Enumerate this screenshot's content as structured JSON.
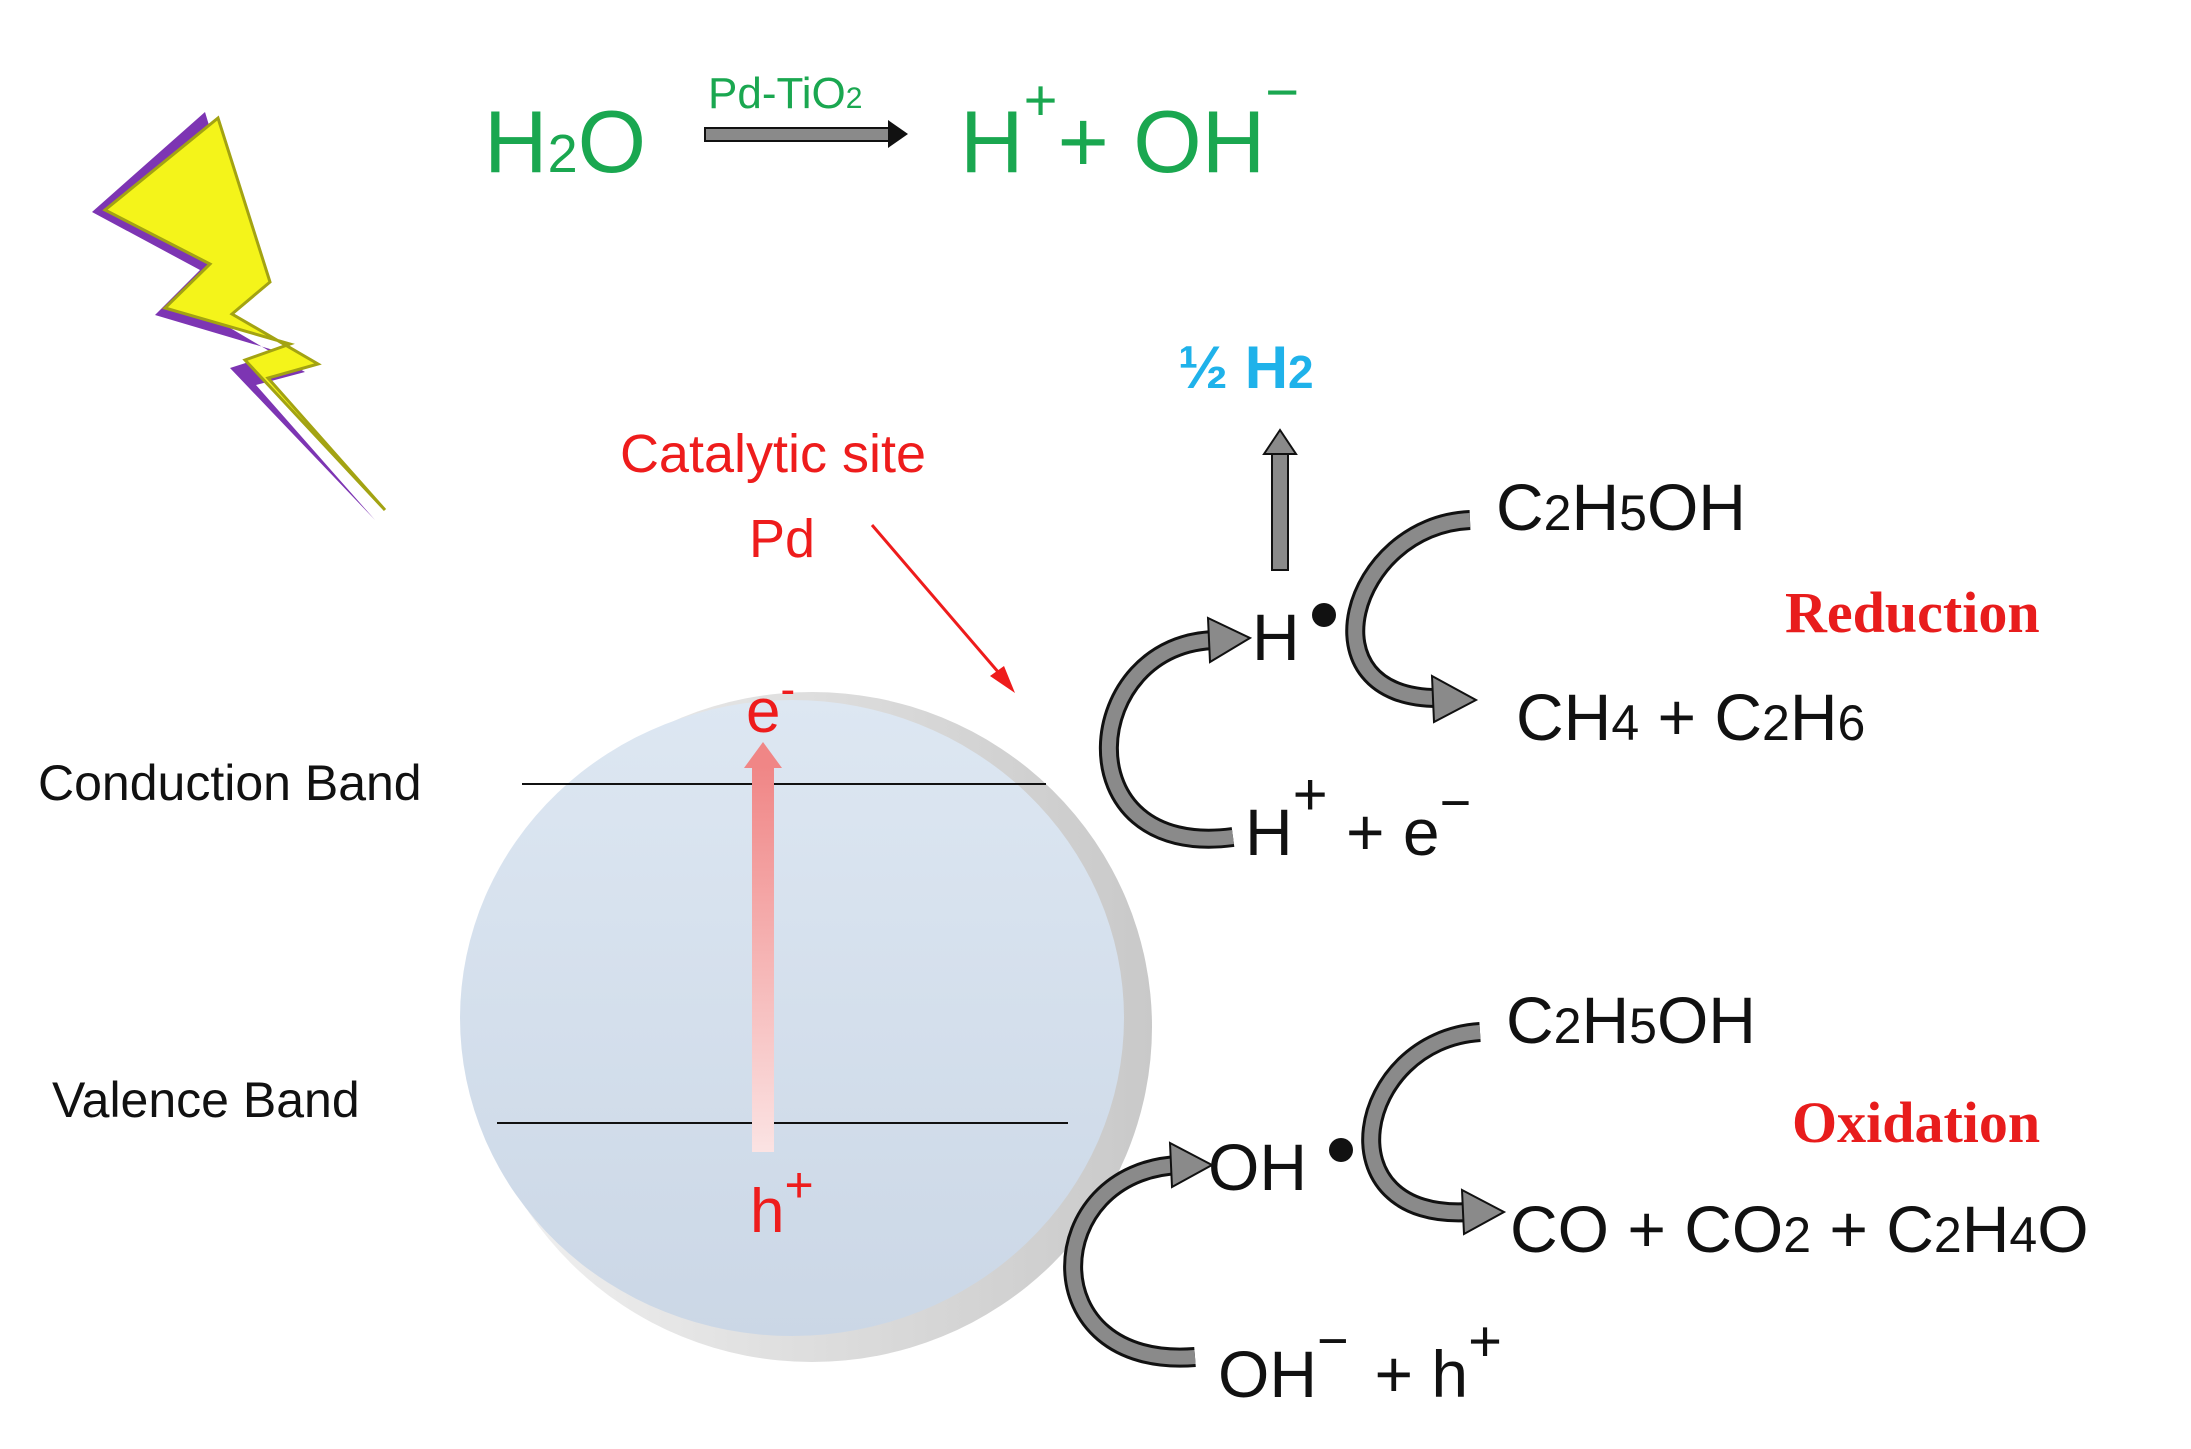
{
  "colors": {
    "equation": "#1aa750",
    "catalyst_label": "#ee1c1c",
    "hydrogen": "#1fb2ea",
    "text": "#111111",
    "reaction_label": "#e81c1c",
    "particle": "#d5dfea",
    "lightning_yellow": "#f4f41a",
    "lightning_purple": "#7d35b3",
    "arrow_gray": "#8a8a8a"
  },
  "equation": {
    "reactant_main": "H",
    "reactant_sub": "2",
    "reactant_tail": "O",
    "catalyst_main": "Pd-TiO",
    "catalyst_sub": "2",
    "product_h": "H",
    "product_h_charge": "+",
    "product_plus": "+ OH",
    "product_oh_charge": "−"
  },
  "catalytic_site": {
    "line1": "Catalytic site",
    "line2": "Pd"
  },
  "bands": {
    "conduction": "Conduction Band",
    "valence": "Valence Band"
  },
  "carriers": {
    "electron_main": "e",
    "electron_charge": "-",
    "hole_main": "h",
    "hole_charge": "+"
  },
  "hydrogen": {
    "fraction": "½ H",
    "sub": "2"
  },
  "reduction": {
    "label": "Reduction",
    "radical": "H",
    "reactants_h": "H",
    "reactants_h_charge": "+",
    "reactants_e": " + e",
    "reactants_e_charge": "−",
    "ethanol": [
      "C",
      "2",
      "H",
      "5",
      "OH"
    ],
    "products": [
      "CH",
      "4",
      " + C",
      "2",
      "H",
      "6"
    ]
  },
  "oxidation": {
    "label": "Oxidation",
    "radical": "OH",
    "reactants_oh": "OH",
    "reactants_oh_charge": "−",
    "reactants_h": "+  h",
    "reactants_h_charge": "+",
    "ethanol": [
      "C",
      "2",
      "H",
      "5",
      "OH"
    ],
    "products": [
      "CO + CO",
      "2",
      " + C",
      "2",
      "H",
      "4",
      "O"
    ]
  }
}
